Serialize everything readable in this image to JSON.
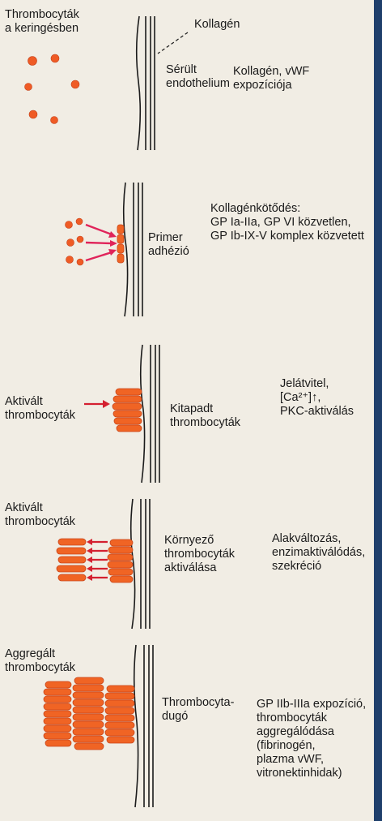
{
  "panel1": {
    "circulating_label": "Thrombocyták\na keringésben",
    "collagen_label": "Kollagén",
    "endothelium_label": "Sérült\nendothelium",
    "exposure_label": "Kollagén, vWF\nexpozíciója"
  },
  "panel2": {
    "adhesion_label": "Primer\nadhézió",
    "binding_label": "Kollagénkötődés:\nGP Ia-IIa, GP VI közvetlen,\nGP Ib-IX-V komplex közvetett"
  },
  "panel3": {
    "activated_label": "Aktivált\nthrombocyták",
    "spread_label": "Kitapadt\nthrombocyták",
    "signal_label": "Jelátvitel,\n[Ca²⁺]↑,\nPKC-aktiválás"
  },
  "panel4": {
    "activated_label": "Aktivált\nthrombocyták",
    "surrounding_label": "Környező\nthrombocyták\naktiválása",
    "response_label": "Alakváltozás,\nenzimaktiválódás,\nszekréció"
  },
  "panel5": {
    "aggregated_label": "Aggregált\nthrombocyták",
    "plug_label": "Thrombocyta-\ndugó",
    "aggregation_label": "GP IIb-IIIa expozíció,\nthrombocyták\naggregálódása\n(fibrinogén,\nplazma vWF,\nvitronektinhidak)"
  },
  "colors": {
    "platelet": "#ef5b25",
    "adhesion_arrow": "#e0245a",
    "activation_arrow": "#d42030",
    "background": "#f1ede4",
    "frame": "#1f3f6b"
  }
}
